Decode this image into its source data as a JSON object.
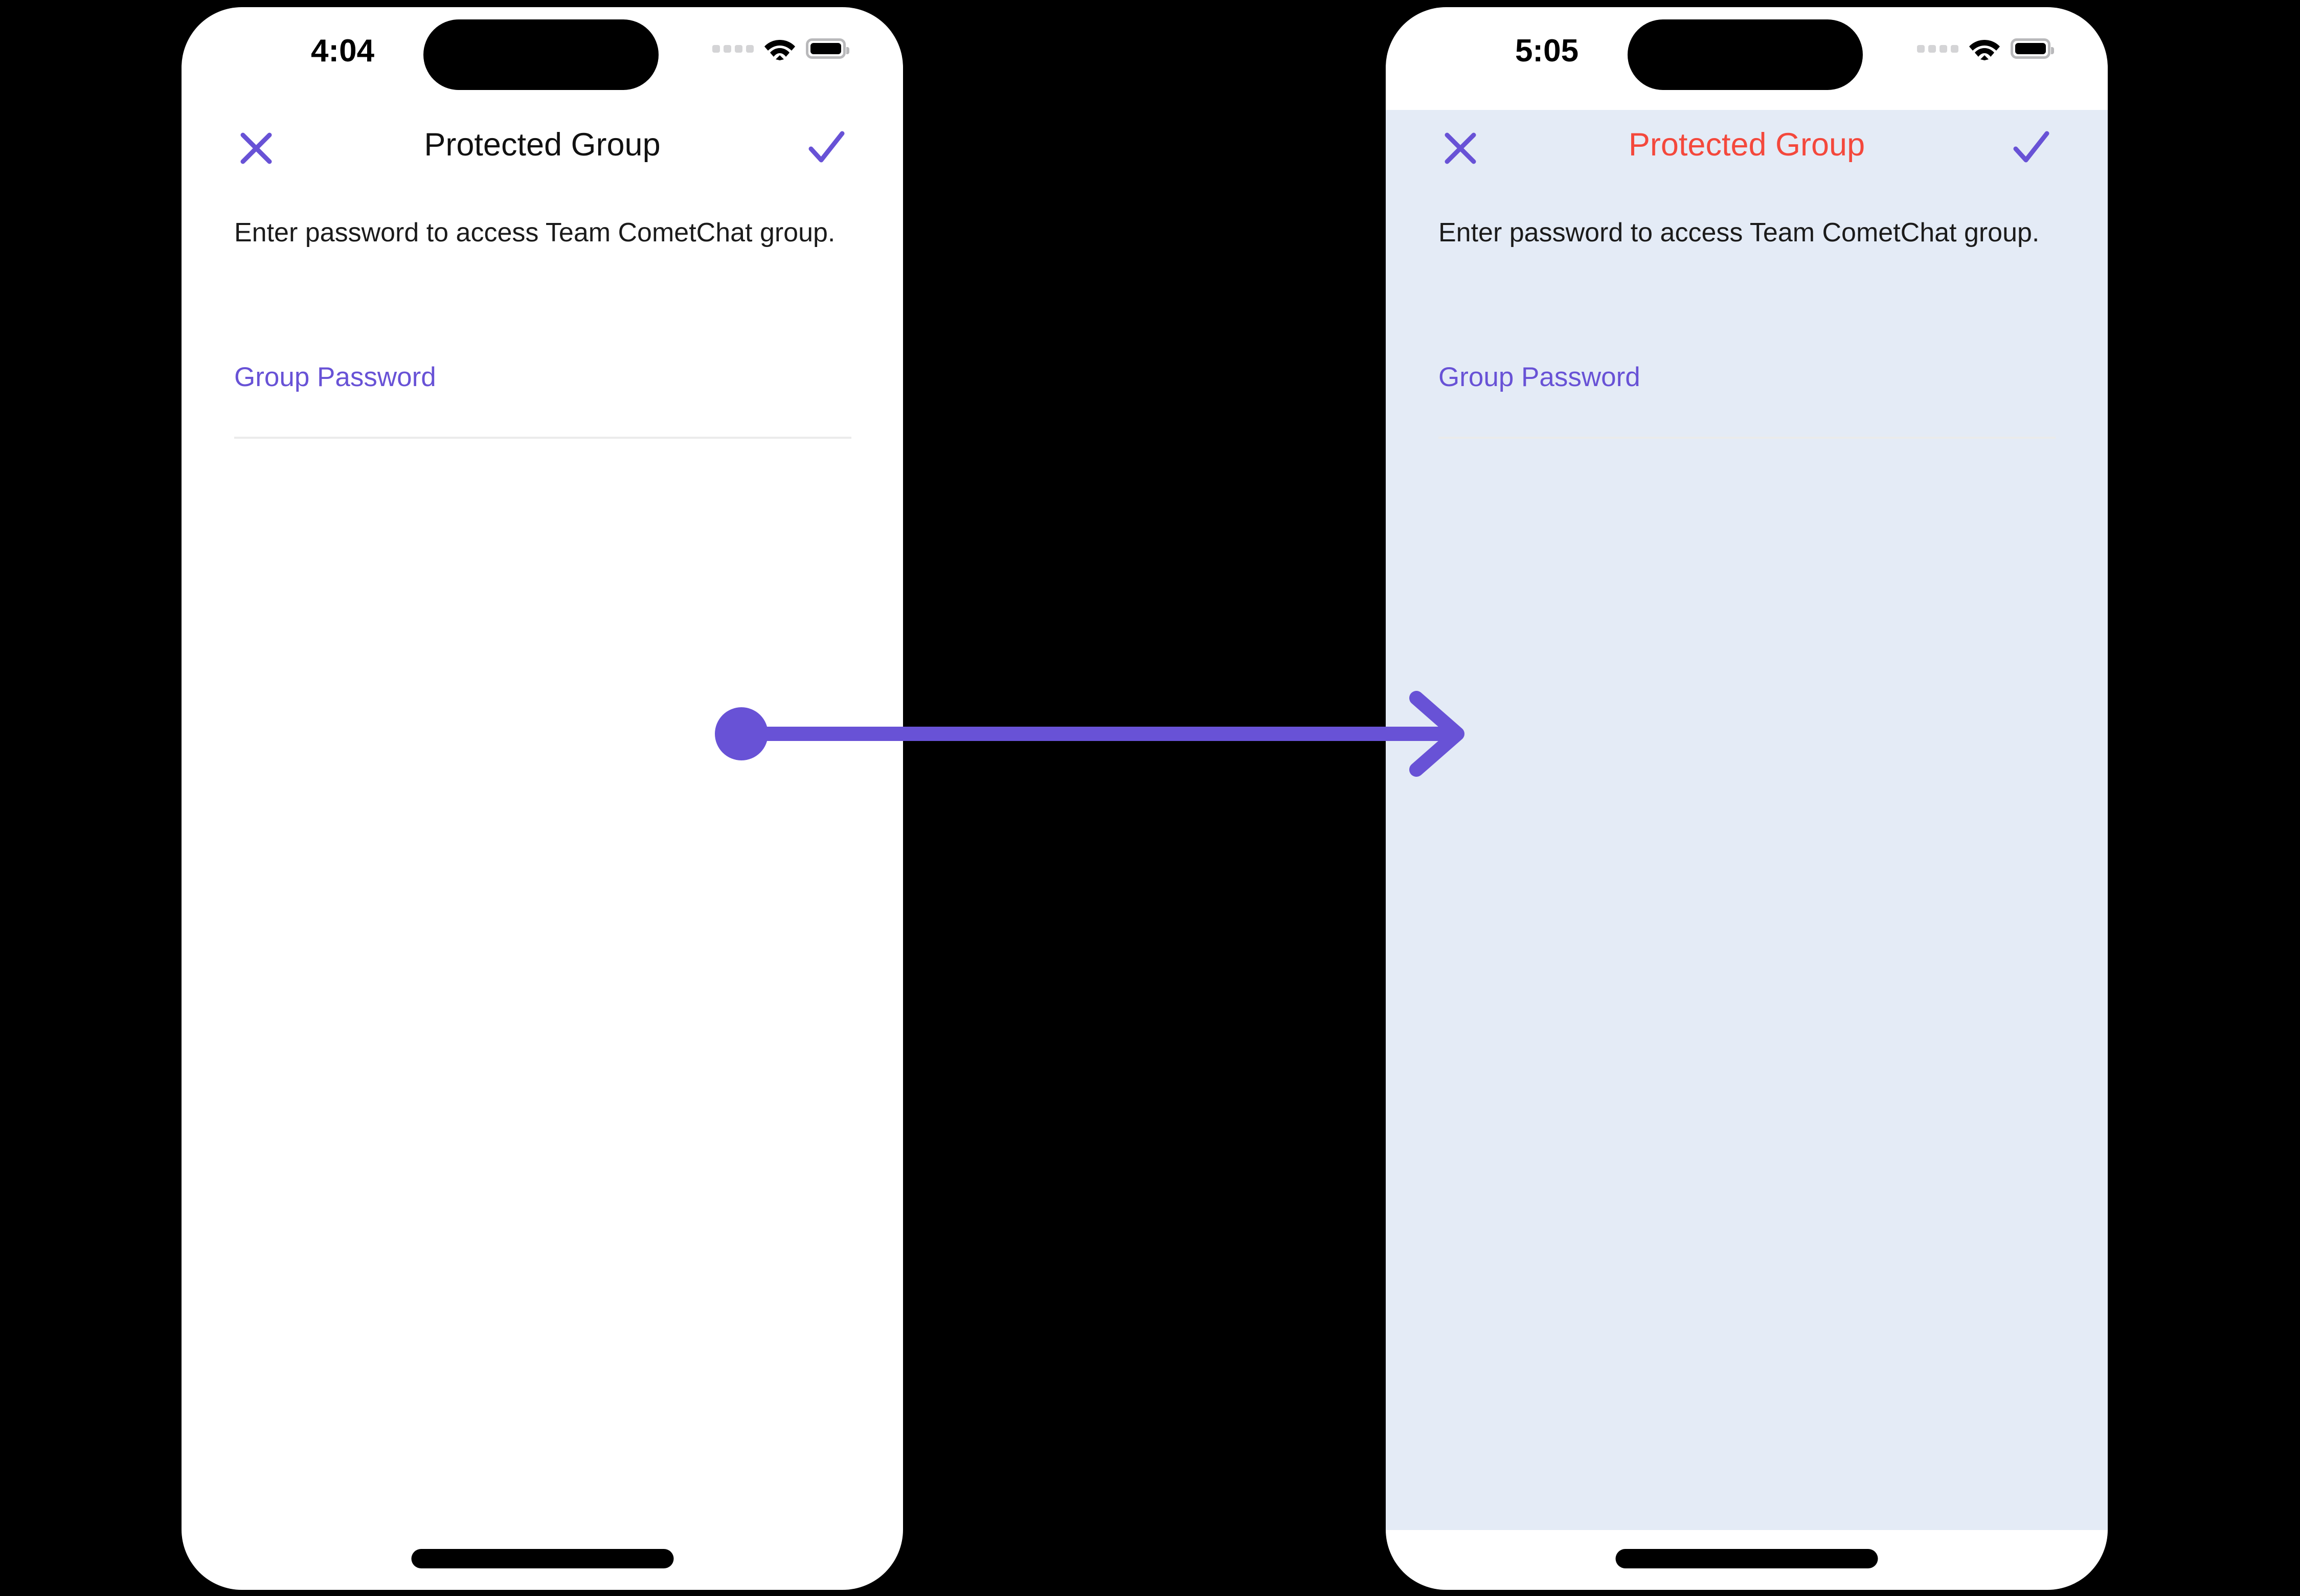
{
  "canvas": {
    "background": "#000000",
    "accent_purple": "#6852d6",
    "alert_red": "#f4483c",
    "tinted_background": "#e4ebf6"
  },
  "screens": [
    {
      "id": "before",
      "status_bar": {
        "time": "4:04",
        "cellular_icon": "cellular-dots-icon",
        "wifi_icon": "wifi-icon",
        "battery_icon": "battery-icon"
      },
      "navbar": {
        "close_icon": "close-icon",
        "title": "Protected Group",
        "title_color": "#111111",
        "confirm_icon": "checkmark-icon"
      },
      "content": {
        "description": "Enter password to access Team CometChat group.",
        "field_label": "Group Password",
        "field_value": "",
        "field_placeholder": ""
      },
      "home_indicator": "home-indicator"
    },
    {
      "id": "after",
      "status_bar": {
        "time": "5:05",
        "cellular_icon": "cellular-dots-icon",
        "wifi_icon": "wifi-icon",
        "battery_icon": "battery-icon"
      },
      "navbar": {
        "close_icon": "close-icon",
        "title": "Protected Group",
        "title_color": "#f4483c",
        "confirm_icon": "checkmark-icon"
      },
      "content": {
        "description": "Enter password to access Team CometChat group.",
        "field_label": "Group Password",
        "field_value": "",
        "field_placeholder": ""
      },
      "home_indicator": "home-indicator"
    }
  ],
  "connector": {
    "icon": "arrow-right-icon",
    "color": "#6852d6",
    "start_marker": "dot",
    "end_marker": "arrowhead"
  }
}
